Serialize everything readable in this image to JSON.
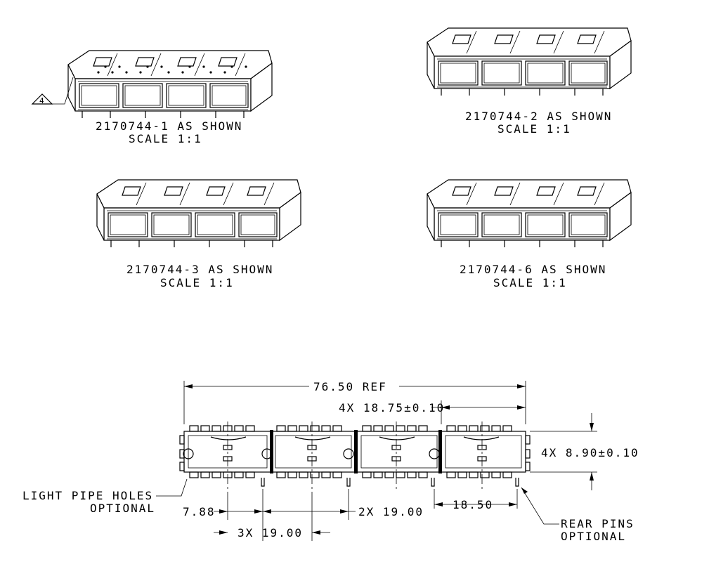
{
  "views": [
    {
      "caption": "2170744-1 AS SHOWN",
      "scale": "SCALE 1:1"
    },
    {
      "caption": "2170744-2 AS SHOWN",
      "scale": "SCALE 1:1"
    },
    {
      "caption": "2170744-3 AS SHOWN",
      "scale": "SCALE 1:1"
    },
    {
      "caption": "2170744-6 AS SHOWN",
      "scale": "SCALE 1:1"
    }
  ],
  "note_flag": "4",
  "dimensions": {
    "overall": "76.50 REF",
    "pitch": "4X 18.75±0.10",
    "height": "4X 8.90±0.10",
    "offset": "7.88",
    "spacing_3x": "3X 19.00",
    "spacing_2x": "2X 19.00",
    "rear": "18.50"
  },
  "callouts": {
    "light_pipe_line1": "LIGHT PIPE HOLES",
    "light_pipe_line2": "OPTIONAL",
    "rear_pins_line1": "REAR PINS",
    "rear_pins_line2": "OPTIONAL"
  }
}
